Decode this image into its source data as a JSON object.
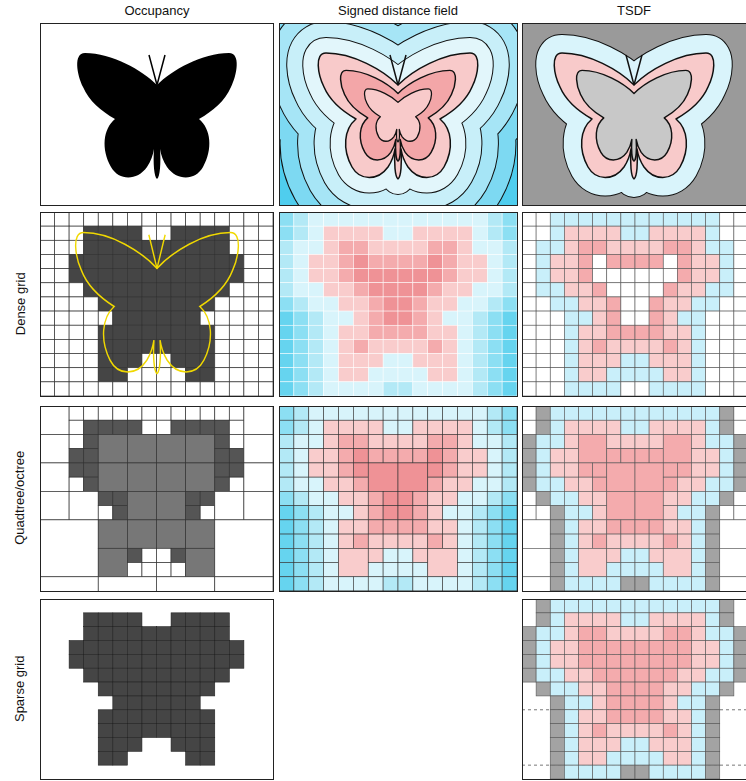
{
  "diagram": {
    "labels": [
      "Occupancy",
      "Signed distance field",
      "TSDF",
      "Dense grid",
      "Quadtree/octree",
      "Sparse grid"
    ]
  }
}
